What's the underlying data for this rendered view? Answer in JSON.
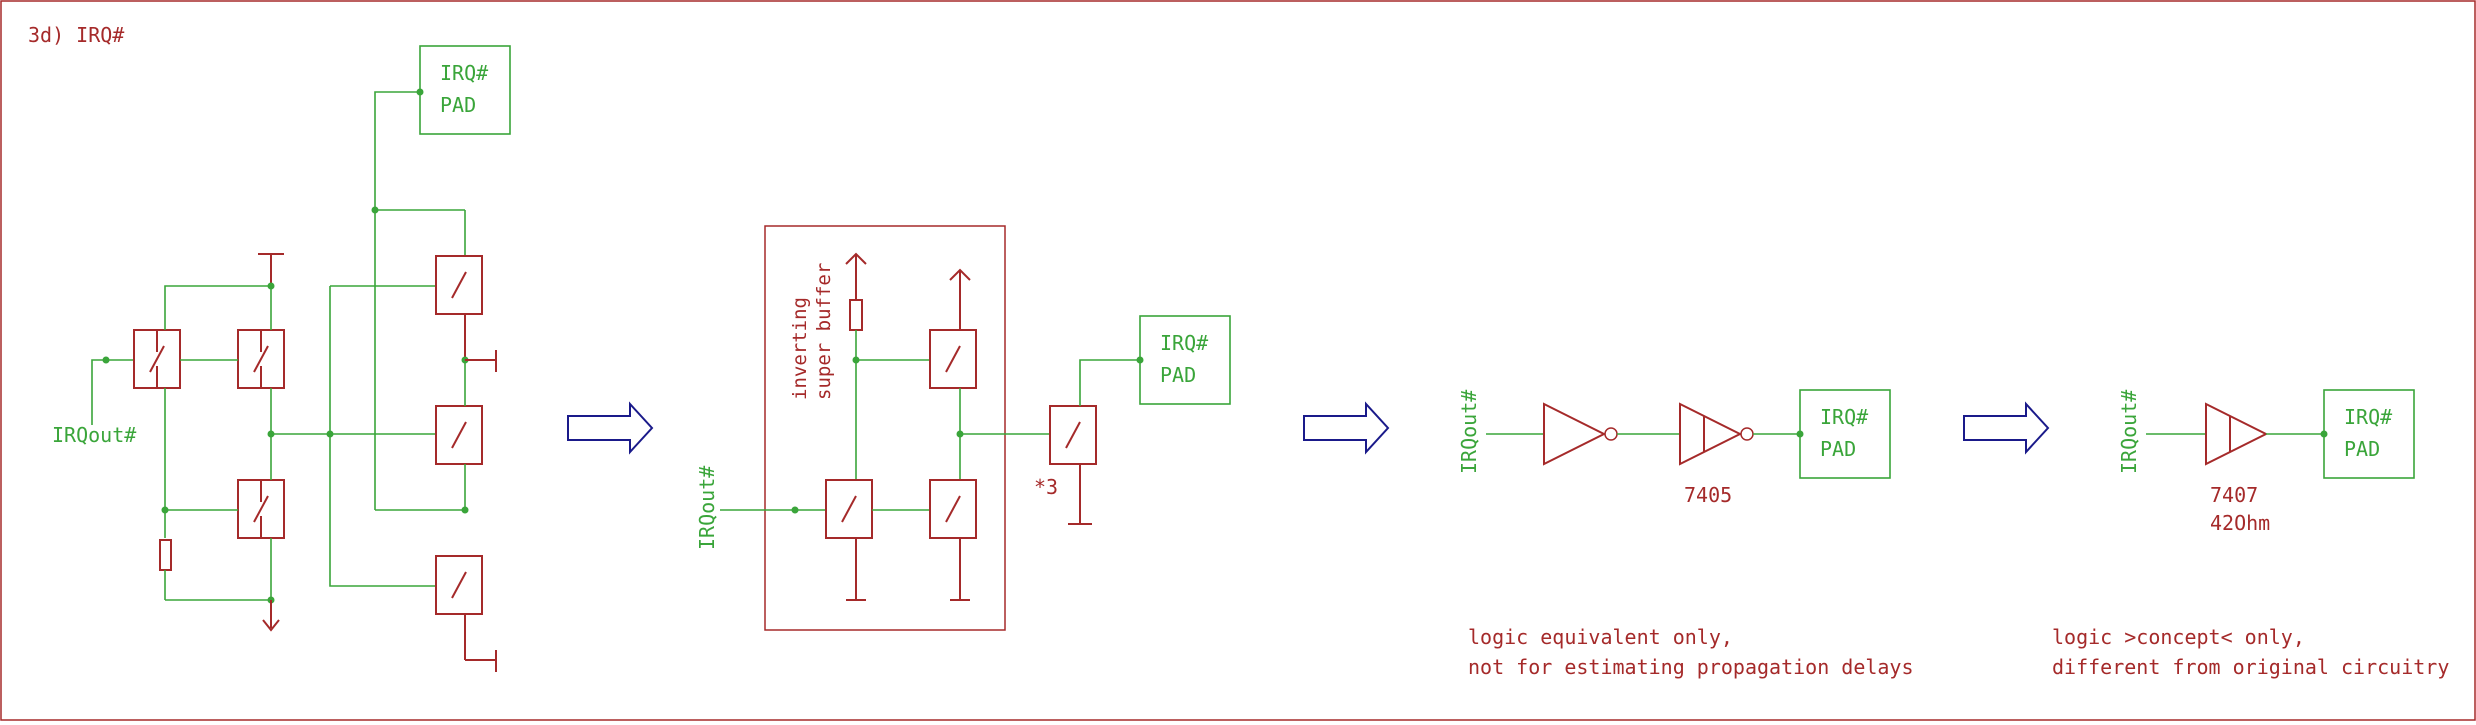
{
  "title": "3d) IRQ#",
  "pad_label_top": "IRQ#",
  "pad_label_bottom": "PAD",
  "input_label": "IRQout#",
  "buffer_label_line1": "inverting",
  "buffer_label_line2": "super buffer",
  "multiplier": "*3",
  "chip_7405": "7405",
  "chip_7407": "7407",
  "chip_7407_res": "42Ohm",
  "note1_line1": "logic equivalent only,",
  "note1_line2": "not for estimating propagation delays",
  "note2_line1": "logic >concept< only,",
  "note2_line2": "different from original circuitry",
  "colors": {
    "wire": "#3aa53a",
    "component": "#a52a2a",
    "arrow": "#1a1a8a",
    "border": "#a52a2a"
  }
}
